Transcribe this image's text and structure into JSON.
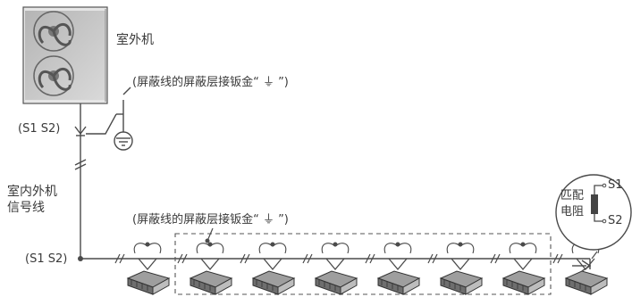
{
  "labels": {
    "outdoor_unit": "室外机",
    "shield_top": "(屏蔽线的屏蔽层接钣金“ ⏚ ”)",
    "shield_bottom": "(屏蔽线的屏蔽层接钣金“ ⏚ ”)",
    "terminal_top": "(S1 S2)",
    "terminal_bottom": "(S1 S2)",
    "signal_line_1": "室内外机",
    "signal_line_2": "信号线",
    "match_res_1": "匹配",
    "match_res_2": "电阻",
    "pin_s1": "S1",
    "pin_s2": "S2"
  },
  "indoor_units": {
    "count": 8
  },
  "colors": {
    "line": "#4a4a4a",
    "unit_fill": "#9e9e9e",
    "unit_dark": "#6e6e6e"
  }
}
